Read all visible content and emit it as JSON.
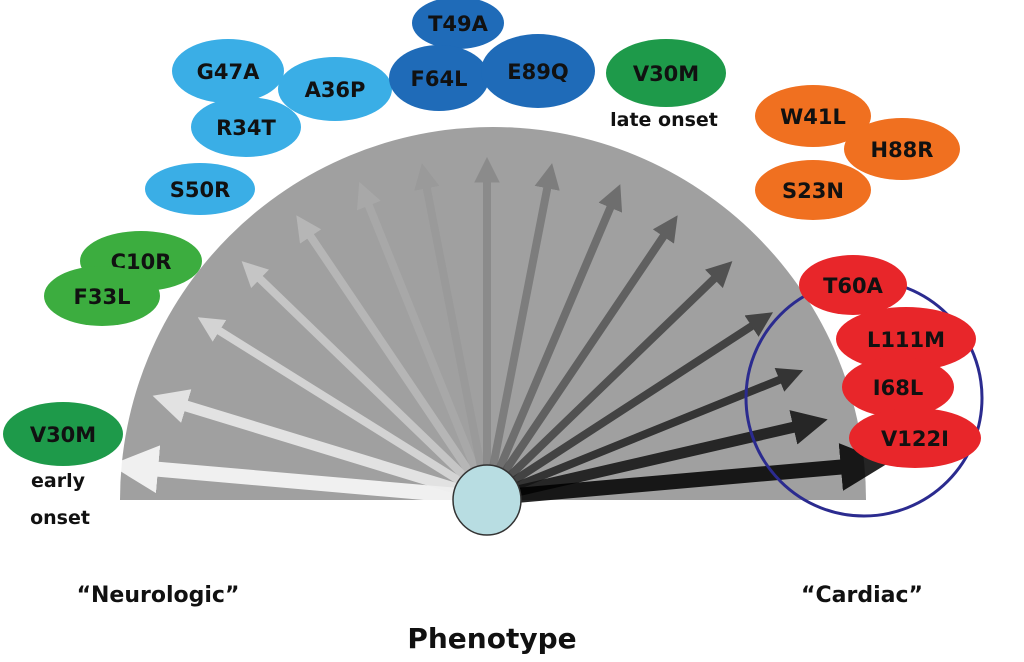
{
  "title": "Phenotype",
  "axis": {
    "left": "“Neurologic”",
    "right": "“Cardiac”"
  },
  "notes": {
    "early_line1": "early",
    "early_line2": "onset",
    "late": "late onset"
  },
  "colors": {
    "semicircle": "#a0a0a0",
    "hub": "#b8dde2",
    "circle_outline": "#2b2b8f",
    "green": "#3cad3f",
    "dark_green": "#1e9a4a",
    "light_blue": "#3aaee6",
    "dark_blue": "#1f6bb8",
    "orange": "#f07020",
    "red": "#e8262a"
  },
  "groups": [
    {
      "name": "early-onset-neuro",
      "color": "dark_green",
      "mutations": [
        "V30M"
      ]
    },
    {
      "name": "neuro-green",
      "color": "green",
      "mutations": [
        "C10R",
        "F33L"
      ]
    },
    {
      "name": "neuro-light-blue",
      "color": "light_blue",
      "mutations": [
        "S50R",
        "G47A",
        "A36P",
        "R34T"
      ]
    },
    {
      "name": "mixed-dark-blue",
      "color": "dark_blue",
      "mutations": [
        "T49A",
        "F64L",
        "E89Q"
      ]
    },
    {
      "name": "late-onset",
      "color": "dark_green",
      "mutations": [
        "V30M"
      ]
    },
    {
      "name": "cardiac-orange",
      "color": "orange",
      "mutations": [
        "W41L",
        "H88R",
        "S23N"
      ]
    },
    {
      "name": "cardiac-red",
      "color": "red",
      "mutations": [
        "T60A",
        "L111M",
        "I68L",
        "V122I"
      ]
    }
  ]
}
